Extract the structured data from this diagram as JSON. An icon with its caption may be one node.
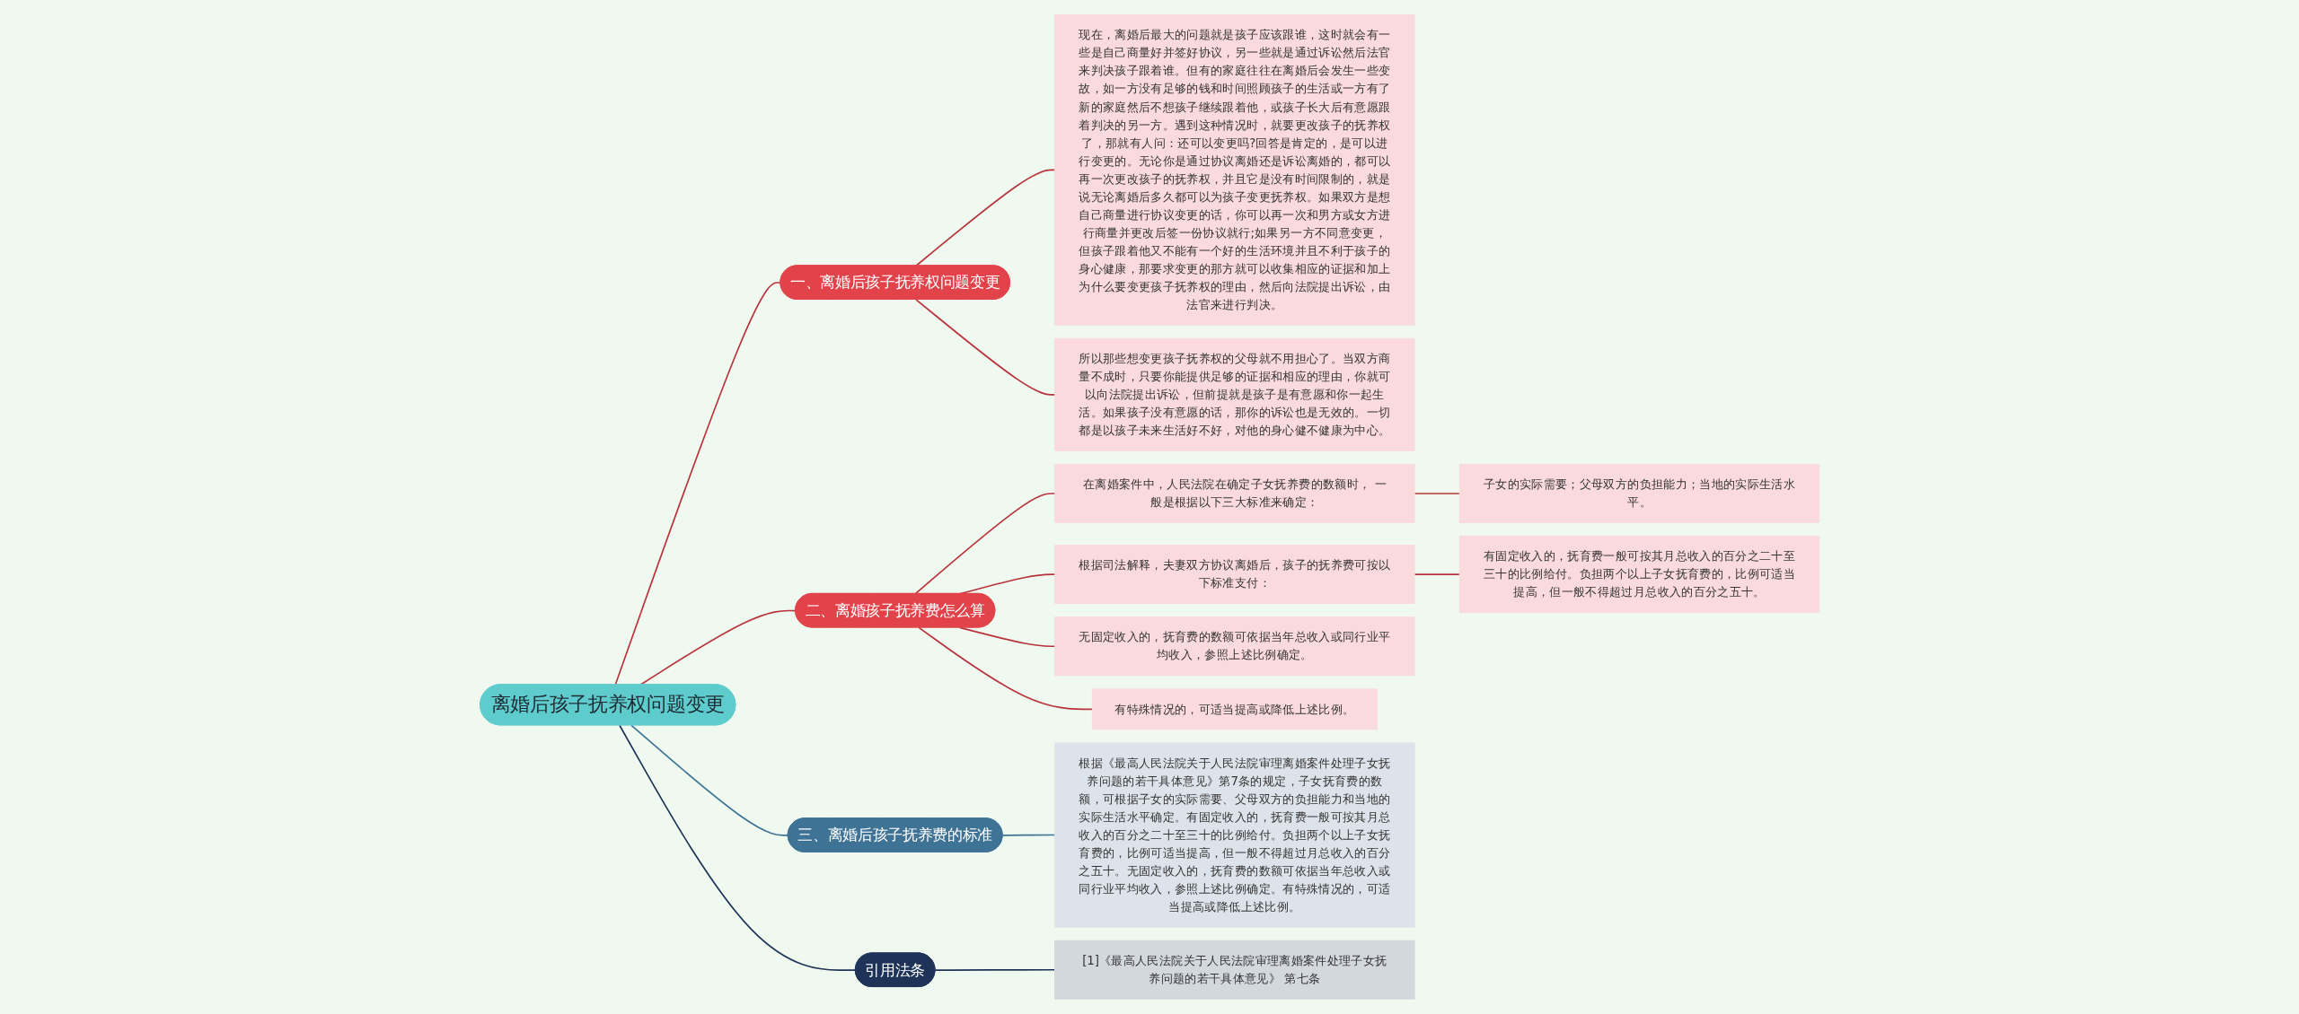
{
  "diagram": {
    "nodes": [
      {
        "text": [
          "离婚后孩子抚养权问题变更"
        ]
      },
      {
        "text": [
          "一、离婚后孩子抚养权问题变更"
        ]
      },
      {
        "text": [
          "现在，离婚后最大的问题就是孩子应该跟谁，这时就会有一些是自己商量好并签好协议，另一些就是通过诉讼然后法官来判决孩子跟着谁。但有的家庭往往在离婚后会发生一些变故，如一方没有足够的钱和时间照顾孩子的生活或一方有了新的家庭然后不想孩子继续跟着他，或孩子长大后有意愿跟着判决的另一方。遇到这种情况时，就要更改孩子的抚养权了，那就有人问：还可以变更吗?回答是肯定的，是可以进行变更的。无论你是通过协议离婚还是诉讼离婚的，都可以再一次更改孩子的抚养权，并且它是没有时间限制的，就是说无论离婚后多久都可以为孩子变更抚养权。如果双方是想自己商量进行协议变更的话，你可以再一次和男方或女方进行商量并更改后签一份协议就行;如果另一方不同意变更，但孩子跟着他又不能有一个好的生活环境并且不利于孩子的身心健康，那要求变更的那方就可以收集相应的证据和加上为什么要变更孩子抚养权的理由，然后向法院提出诉讼，由法官来进行判决。"
        ]
      },
      {
        "text": [
          "所以那些想变更孩子抚养权的父母就不用担心了。当双方商量不成时，只要你能提供足够的证据和相应的理由，你就可以向法院提出诉讼，但前提就是孩子是有意愿和你一起生活。如果孩子没有意愿的话，那你的诉讼也是无效的。一切都是以孩子未来生活好不好，对他的身心健不健康为中心。"
        ]
      },
      {
        "text": [
          "二、离婚孩子抚养费怎么算"
        ]
      },
      {
        "text": [
          "在离婚案件中，人民法院在确定子女抚养费的数额时， 一般是根据以下三大标准来确定："
        ]
      },
      {
        "text": [
          "子女的实际需要；父母双方的负担能力；当地的实际生活水平。"
        ]
      },
      {
        "text": [
          "根据司法解释，夫妻双方协议离婚后，孩子的抚养费可按以下标准支付："
        ]
      },
      {
        "text": [
          "有固定收入的，抚育费一般可按其月总收入的百分之二十至三十的比例给付。负担两个以上子女抚育费的，比例可适当提高，但一般不得超过月总收入的百分之五十。"
        ]
      },
      {
        "text": [
          "无固定收入的，抚育费的数额可依据当年总收入或同行业平均收入，参照上述比例确定。"
        ]
      },
      {
        "text": [
          "有特殊情况的，可适当提高或降低上述比例。"
        ]
      },
      {
        "text": [
          "三、离婚后孩子抚养费的标准"
        ]
      },
      {
        "text": [
          "根据《最高人民法院关于人民法院审理离婚案件处理子女抚养问题的若干具体意见》第7条的规定，子女抚育费的数额，可根据子女的实际需要、父母双方的负担能力和当地的实际生活水平确定。有固定收入的，抚育费一般可按其月总收入的百分之二十至三十的比例给付。负担两个以上子女抚育费的，比例可适当提高，但一般不得超过月总收入的百分之五十。无固定收入的，抚育费的数额可依据当年总收入或同行业平均收入，参照上述比例确定。有特殊情况的，可适当提高或降低上述比例。"
        ]
      },
      {
        "text": [
          "引用法条"
        ]
      },
      {
        "text": [
          "[1]《最高人民法院关于人民法院审理离婚案件处理子女抚养问题的若干具体意见》 第七条"
        ]
      }
    ],
    "edges": [
      {
        "from": 0,
        "to": 1,
        "arrow": "none"
      },
      {
        "from": 1,
        "to": 2,
        "arrow": "none"
      },
      {
        "from": 1,
        "to": 3,
        "arrow": "none"
      },
      {
        "from": 0,
        "to": 4,
        "arrow": "none"
      },
      {
        "from": 4,
        "to": 5,
        "arrow": "none"
      },
      {
        "from": 5,
        "to": 6,
        "arrow": "none"
      },
      {
        "from": 4,
        "to": 7,
        "arrow": "none"
      },
      {
        "from": 7,
        "to": 8,
        "arrow": "none"
      },
      {
        "from": 4,
        "to": 9,
        "arrow": "none"
      },
      {
        "from": 4,
        "to": 10,
        "arrow": "none"
      },
      {
        "from": 0,
        "to": 11,
        "arrow": "none",
        "color": "#3f7396"
      },
      {
        "from": 11,
        "to": 12,
        "arrow": "none",
        "color": "#3f7396"
      },
      {
        "from": 0,
        "to": 13,
        "arrow": "none",
        "color": "#1f3358"
      },
      {
        "from": 13,
        "to": 14,
        "arrow": "none",
        "color": "#1f3358"
      }
    ]
  }
}
